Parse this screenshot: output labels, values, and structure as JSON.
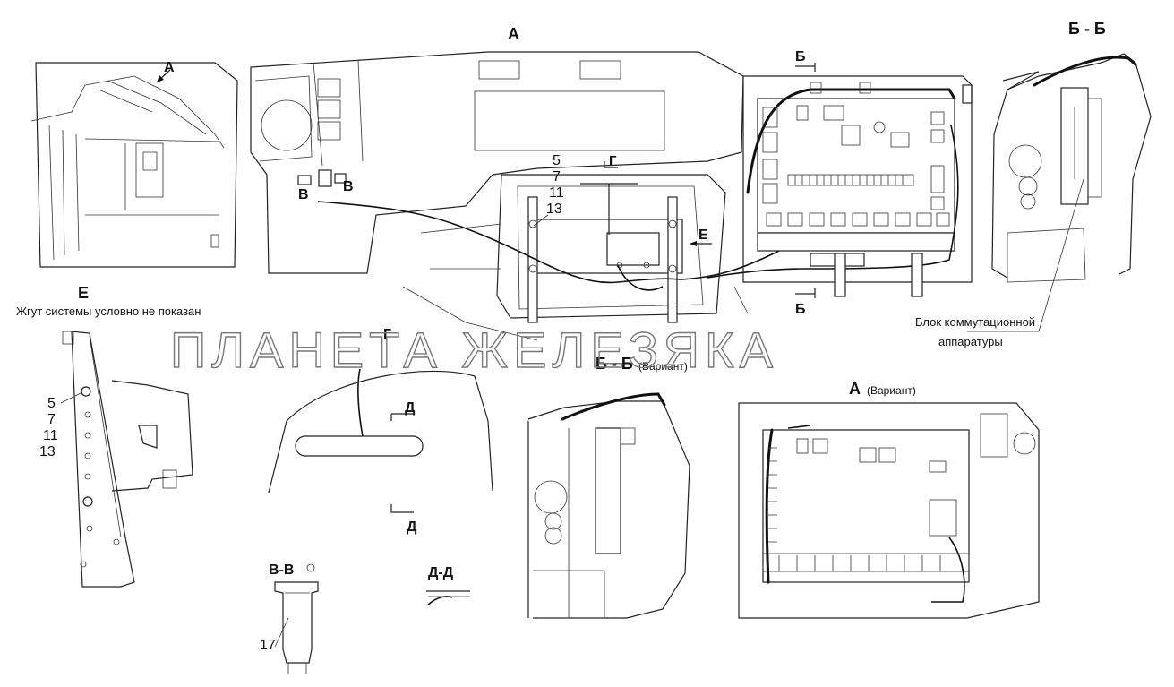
{
  "labels": {
    "view_a": "А",
    "view_a_left": "А",
    "section_bb": "Б - Б",
    "section_b_top": "Б",
    "section_b_bottom": "Б",
    "view_e_arrow": "Е",
    "view_e_title": "Е",
    "view_g_arrow": "Г",
    "view_g_title": "Г",
    "view_v_left": "В",
    "view_v_right": "В",
    "section_d_top": "Д",
    "section_d_bottom": "Д",
    "section_vv": "В-В",
    "section_dd": "Д-Д",
    "section_bb_variant": "Б - Б",
    "section_bb_variant_note": "(Вариант)",
    "view_a_variant": "А",
    "view_a_variant_note": "(Вариант)"
  },
  "notes": {
    "harness_note": "Жгут системы условно не показан",
    "block_caption_line1": "Блок коммутационной",
    "block_caption_line2": "аппаратуры"
  },
  "callouts": {
    "main": [
      "5",
      "7",
      "11",
      "13"
    ],
    "view_e": [
      "5",
      "7",
      "11",
      "13"
    ],
    "part_17": "17"
  },
  "watermark": "ПЛАНЕТА ЖЕЛЕЗЯКА"
}
